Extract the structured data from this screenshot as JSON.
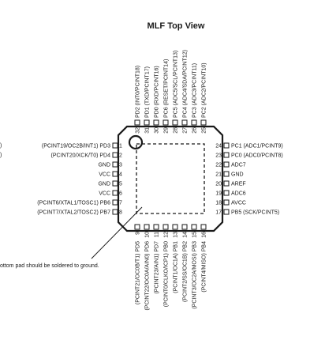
{
  "title": "MLF Top View",
  "note": "ottom pad should be soldered to ground.",
  "left_edge_fragments": [
    ")",
    ")"
  ],
  "pins": {
    "left": [
      {
        "num": "1",
        "label": "(PCINT19/OC2B/INT1) PD3"
      },
      {
        "num": "2",
        "label": "(PCINT20/XCK/T0) PD4"
      },
      {
        "num": "3",
        "label": "GND"
      },
      {
        "num": "4",
        "label": "VCC"
      },
      {
        "num": "5",
        "label": "GND"
      },
      {
        "num": "6",
        "label": "VCC"
      },
      {
        "num": "7",
        "label": "(PCINT6/XTAL1/TOSC1) PB6"
      },
      {
        "num": "8",
        "label": "(PCINT7/XTAL2/TOSC2) PB7"
      }
    ],
    "right": [
      {
        "num": "24",
        "label": "PC1 (ADC1/PCINT9)"
      },
      {
        "num": "23",
        "label": "PC0 (ADC0/PCINT8)"
      },
      {
        "num": "22",
        "label": "ADC7"
      },
      {
        "num": "21",
        "label": "GND"
      },
      {
        "num": "20",
        "label": "AREF"
      },
      {
        "num": "19",
        "label": "ADC6"
      },
      {
        "num": "18",
        "label": "AVCC"
      },
      {
        "num": "17",
        "label": "PB5 (SCK/PCINT5)"
      }
    ],
    "top": [
      {
        "num": "32",
        "label": "PD2 (INT0/PCINT18)"
      },
      {
        "num": "31",
        "label": "PD1 (TXD/PCINT17)"
      },
      {
        "num": "30",
        "label": "PD0 (RXD/PCINT16)"
      },
      {
        "num": "29",
        "label": "PC6 (RESET/PCINT14)"
      },
      {
        "num": "28",
        "label": "PC5 (ADC5/SCL/PCINT13)"
      },
      {
        "num": "27",
        "label": "PC4 (ADC4/SDA/PCINT12)"
      },
      {
        "num": "26",
        "label": "PC3 (ADC3/PCINT11)"
      },
      {
        "num": "25",
        "label": "PC2 (ADC2/PCINT10)"
      }
    ],
    "bottom": [
      {
        "num": "9",
        "label": "(PCINT21/OC0B/T1) PD5"
      },
      {
        "num": "10",
        "label": "(PCINT22/OC0A/AIN0) PD6"
      },
      {
        "num": "11",
        "label": "(PCINT23/AIN1) PD7"
      },
      {
        "num": "12",
        "label": "(PCINT0/CLKO/ICP1) PB0"
      },
      {
        "num": "13",
        "label": "(PCINT1/OC1A) PB1"
      },
      {
        "num": "14",
        "label": "(PCINT2/SS/OC1B) PB2"
      },
      {
        "num": "15",
        "label": "(PCINT3/OC2A/MOSI) PB3"
      },
      {
        "num": "16",
        "label": "(PCINT4/MISO) PB4"
      }
    ]
  }
}
